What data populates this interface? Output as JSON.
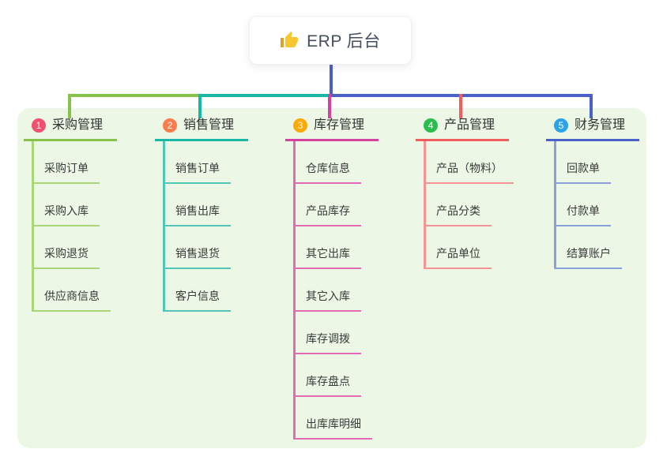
{
  "root": {
    "title": "ERP 后台",
    "icon": "thumbs-up-icon"
  },
  "colors": {
    "canvas_bg": "#ffffff",
    "panel_bg": "#ecf7e6",
    "root_connector": "#4a5ec8",
    "thumb_main": "#f8c62f",
    "thumb_cuff": "#d9a228"
  },
  "branches": [
    {
      "index": "1",
      "label": "采购管理",
      "badge_color": "#ef5170",
      "line_color": "#87c24a",
      "child_line_color": "#aad678",
      "children": [
        "采购订单",
        "采购入库",
        "采购退货",
        "供应商信息"
      ]
    },
    {
      "index": "2",
      "label": "销售管理",
      "badge_color": "#fb7c4d",
      "line_color": "#19b8a6",
      "child_line_color": "#52c5b6",
      "children": [
        "销售订单",
        "销售出库",
        "销售退货",
        "客户信息"
      ]
    },
    {
      "index": "3",
      "label": "库存管理",
      "badge_color": "#fca902",
      "line_color": "#d6409e",
      "child_line_color": "#e26cb4",
      "children": [
        "仓库信息",
        "产品库存",
        "其它出库",
        "其它入库",
        "库存调拨",
        "库存盘点",
        "出库库明细"
      ]
    },
    {
      "index": "4",
      "label": "产品管理",
      "badge_color": "#2abd50",
      "line_color": "#f25e5e",
      "child_line_color": "#f59494",
      "children": [
        "产品（物料）",
        "产品分类",
        "产品单位"
      ]
    },
    {
      "index": "5",
      "label": "财务管理",
      "badge_color": "#2aa3e8",
      "line_color": "#4a61c8",
      "child_line_color": "#8aa0dc",
      "children": [
        "回款单",
        "付款单",
        "结算账户"
      ]
    }
  ]
}
